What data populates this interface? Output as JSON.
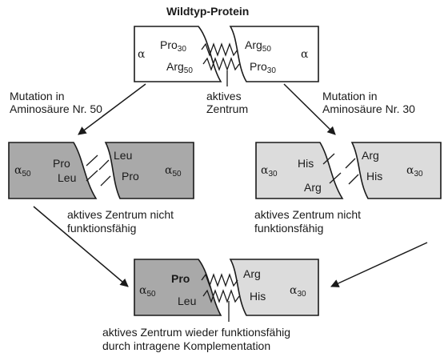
{
  "title": "Wildtyp-Protein",
  "top": {
    "left_alpha": "α",
    "right_alpha": "α",
    "left_residues": [
      {
        "name": "Pro",
        "num": "30"
      },
      {
        "name": "Arg",
        "num": "50"
      }
    ],
    "right_residues": [
      {
        "name": "Arg",
        "num": "50"
      },
      {
        "name": "Pro",
        "num": "30"
      }
    ],
    "center_caption": [
      "aktives",
      "Zentrum"
    ]
  },
  "mutation_left": [
    "Mutation in",
    "Aminosäure Nr. 50"
  ],
  "mutation_right": [
    "Mutation in",
    "Aminosäure Nr. 30"
  ],
  "middle_left": {
    "left_alpha": {
      "base": "α",
      "num": "50"
    },
    "right_alpha": {
      "base": "α",
      "num": "50"
    },
    "left_residues": [
      "Pro",
      "Leu"
    ],
    "right_residues": [
      "Leu",
      "Pro"
    ],
    "caption": [
      "aktives Zentrum nicht",
      "funktionsfähig"
    ]
  },
  "middle_right": {
    "left_alpha": {
      "base": "α",
      "num": "30"
    },
    "right_alpha": {
      "base": "α",
      "num": "30"
    },
    "left_residues": [
      "His",
      "Arg"
    ],
    "right_residues": [
      "Arg",
      "His"
    ],
    "caption": [
      "aktives Zentrum nicht",
      "funktionsfähig"
    ]
  },
  "bottom": {
    "left_alpha": {
      "base": "α",
      "num": "50"
    },
    "right_alpha": {
      "base": "α",
      "num": "30"
    },
    "left_residues": [
      "Pro",
      "Leu"
    ],
    "right_residues": [
      "Arg",
      "His"
    ],
    "caption": [
      "aktives Zentrum wieder funktionsfähig",
      "durch intragene Komplementation"
    ]
  },
  "colors": {
    "ink": "#1a1a1a",
    "dark_fill": "#a9a9a9",
    "light_fill": "#dcdcdc",
    "white_fill": "#ffffff"
  }
}
